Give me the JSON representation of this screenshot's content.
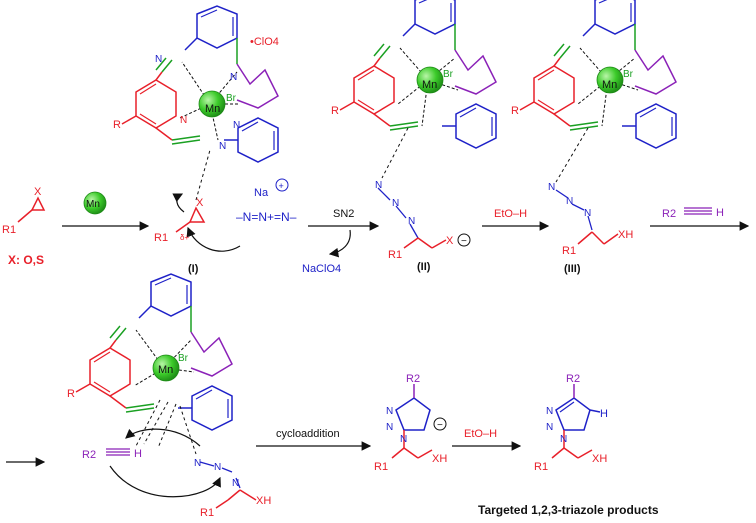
{
  "colors": {
    "red": "#e8202a",
    "blue": "#1f22c8",
    "purple": "#8b22b8",
    "green_bond": "#1aa022",
    "mn_sphere": "#3ccb2a",
    "black": "#111111"
  },
  "labels": {
    "perchlorate": "•ClO4",
    "mn": "Mn",
    "br": "Br",
    "n": "N",
    "r": "R",
    "r1": "R1",
    "r2": "R2",
    "x": "X",
    "xh": "XH",
    "h": "H",
    "na": "Na",
    "azide": "–N=N+=N–",
    "x_def": "X: O,S",
    "step_sn2": "SN2",
    "nacl": "NaClO4",
    "etoh_1": "EtO–H",
    "etoh_2": "EtO–H",
    "cycloaddition": "cycloaddition",
    "int_I": "(I)",
    "int_II": "(II)",
    "int_III": "(III)",
    "delta_plus": "δ+",
    "product_caption": "Targeted 1,2,3-triazole products"
  }
}
